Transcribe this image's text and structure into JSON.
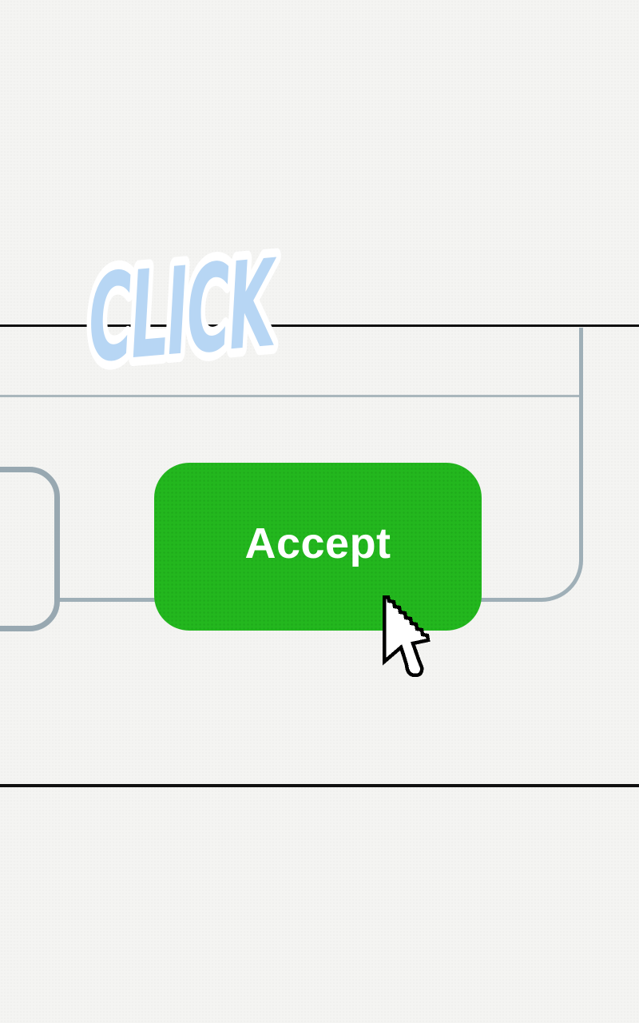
{
  "illustration": {
    "click_label": "CLICK",
    "button": {
      "label": "Accept"
    },
    "icons": {
      "cursor": "arrow-cursor"
    },
    "colors": {
      "background": "#f4f4f2",
      "button_green": "#23b71e",
      "click_blue": "#b7d6f4",
      "frame_gray": "#9fafb7",
      "line_black": "#101010"
    }
  }
}
